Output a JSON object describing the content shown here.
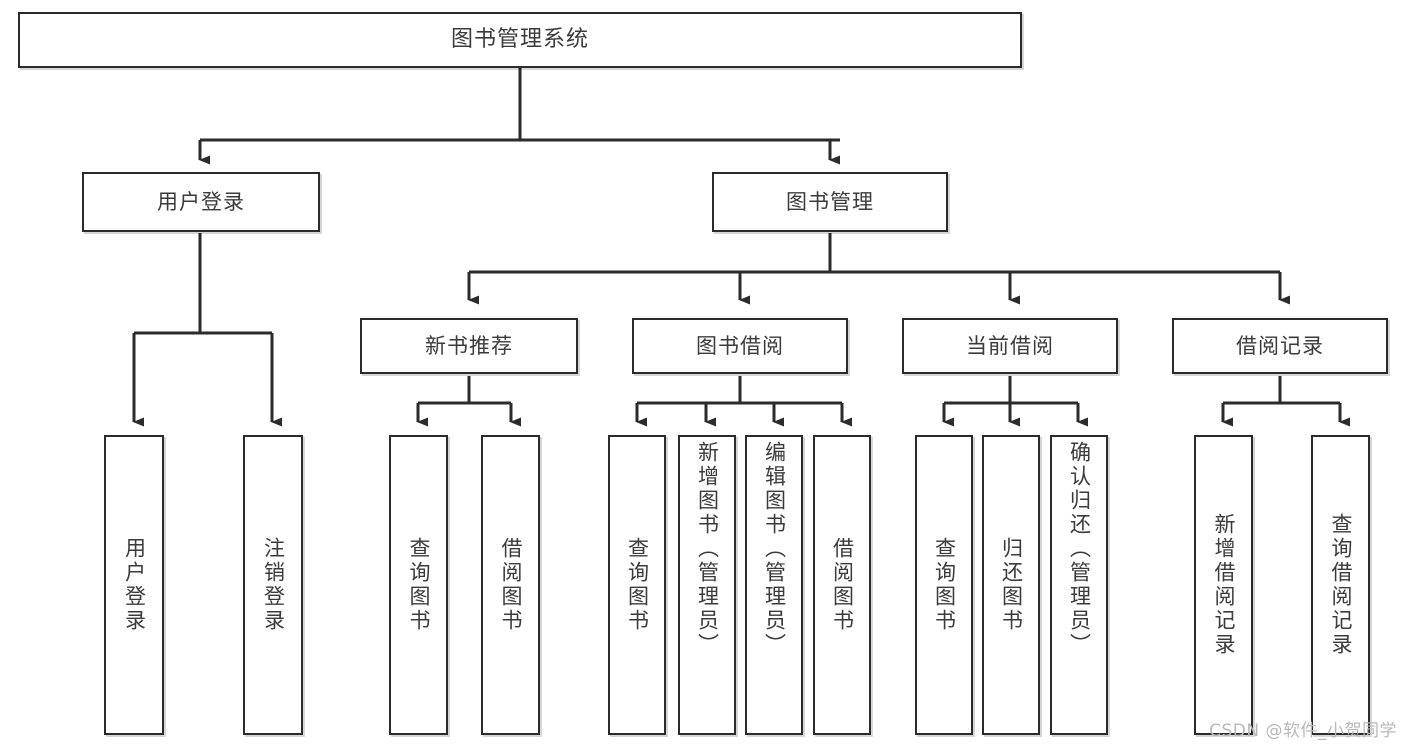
{
  "diagram": {
    "title": "图书管理系统",
    "type": "tree-hierarchy-chart",
    "colors": {
      "box_border": "#2b2b2b",
      "box_fill": "#ffffff",
      "text": "#3b3b3b",
      "connector": "#2b2b2b",
      "watermark": "#b9b9b9",
      "background": "#ffffff"
    },
    "watermark": "CSDN @软件_小贺同学"
  },
  "nodes": {
    "root": {
      "label": "图书管理系统"
    },
    "level2": [
      {
        "id": "user-login",
        "label": "用户登录"
      },
      {
        "id": "book-management",
        "label": "图书管理"
      }
    ],
    "level3": [
      {
        "id": "new-book-recommend",
        "label": "新书推荐"
      },
      {
        "id": "book-borrow",
        "label": "图书借阅"
      },
      {
        "id": "current-borrow",
        "label": "当前借阅"
      },
      {
        "id": "borrow-record",
        "label": "借阅记录"
      }
    ],
    "leaves": {
      "user-login": [
        {
          "id": "leaf-user-login",
          "label": "用户登录"
        },
        {
          "id": "leaf-logout-login",
          "label": "注销登录"
        }
      ],
      "new-book-recommend": [
        {
          "id": "leaf-query-book-1",
          "label": "查询图书"
        },
        {
          "id": "leaf-borrow-book-1",
          "label": "借阅图书"
        }
      ],
      "book-borrow": [
        {
          "id": "leaf-query-book-2",
          "label": "查询图书"
        },
        {
          "id": "leaf-add-book",
          "label": "新增图书（管理员）"
        },
        {
          "id": "leaf-edit-book",
          "label": "编辑图书（管理员）"
        },
        {
          "id": "leaf-borrow-book-2",
          "label": "借阅图书"
        }
      ],
      "current-borrow": [
        {
          "id": "leaf-query-book-3",
          "label": "查询图书"
        },
        {
          "id": "leaf-return-book",
          "label": "归还图书"
        },
        {
          "id": "leaf-confirm-return",
          "label": "确认归还（管理员）"
        }
      ],
      "borrow-record": [
        {
          "id": "leaf-add-record",
          "label": "新增借阅记录"
        },
        {
          "id": "leaf-query-record",
          "label": "查询借阅记录"
        }
      ]
    }
  }
}
